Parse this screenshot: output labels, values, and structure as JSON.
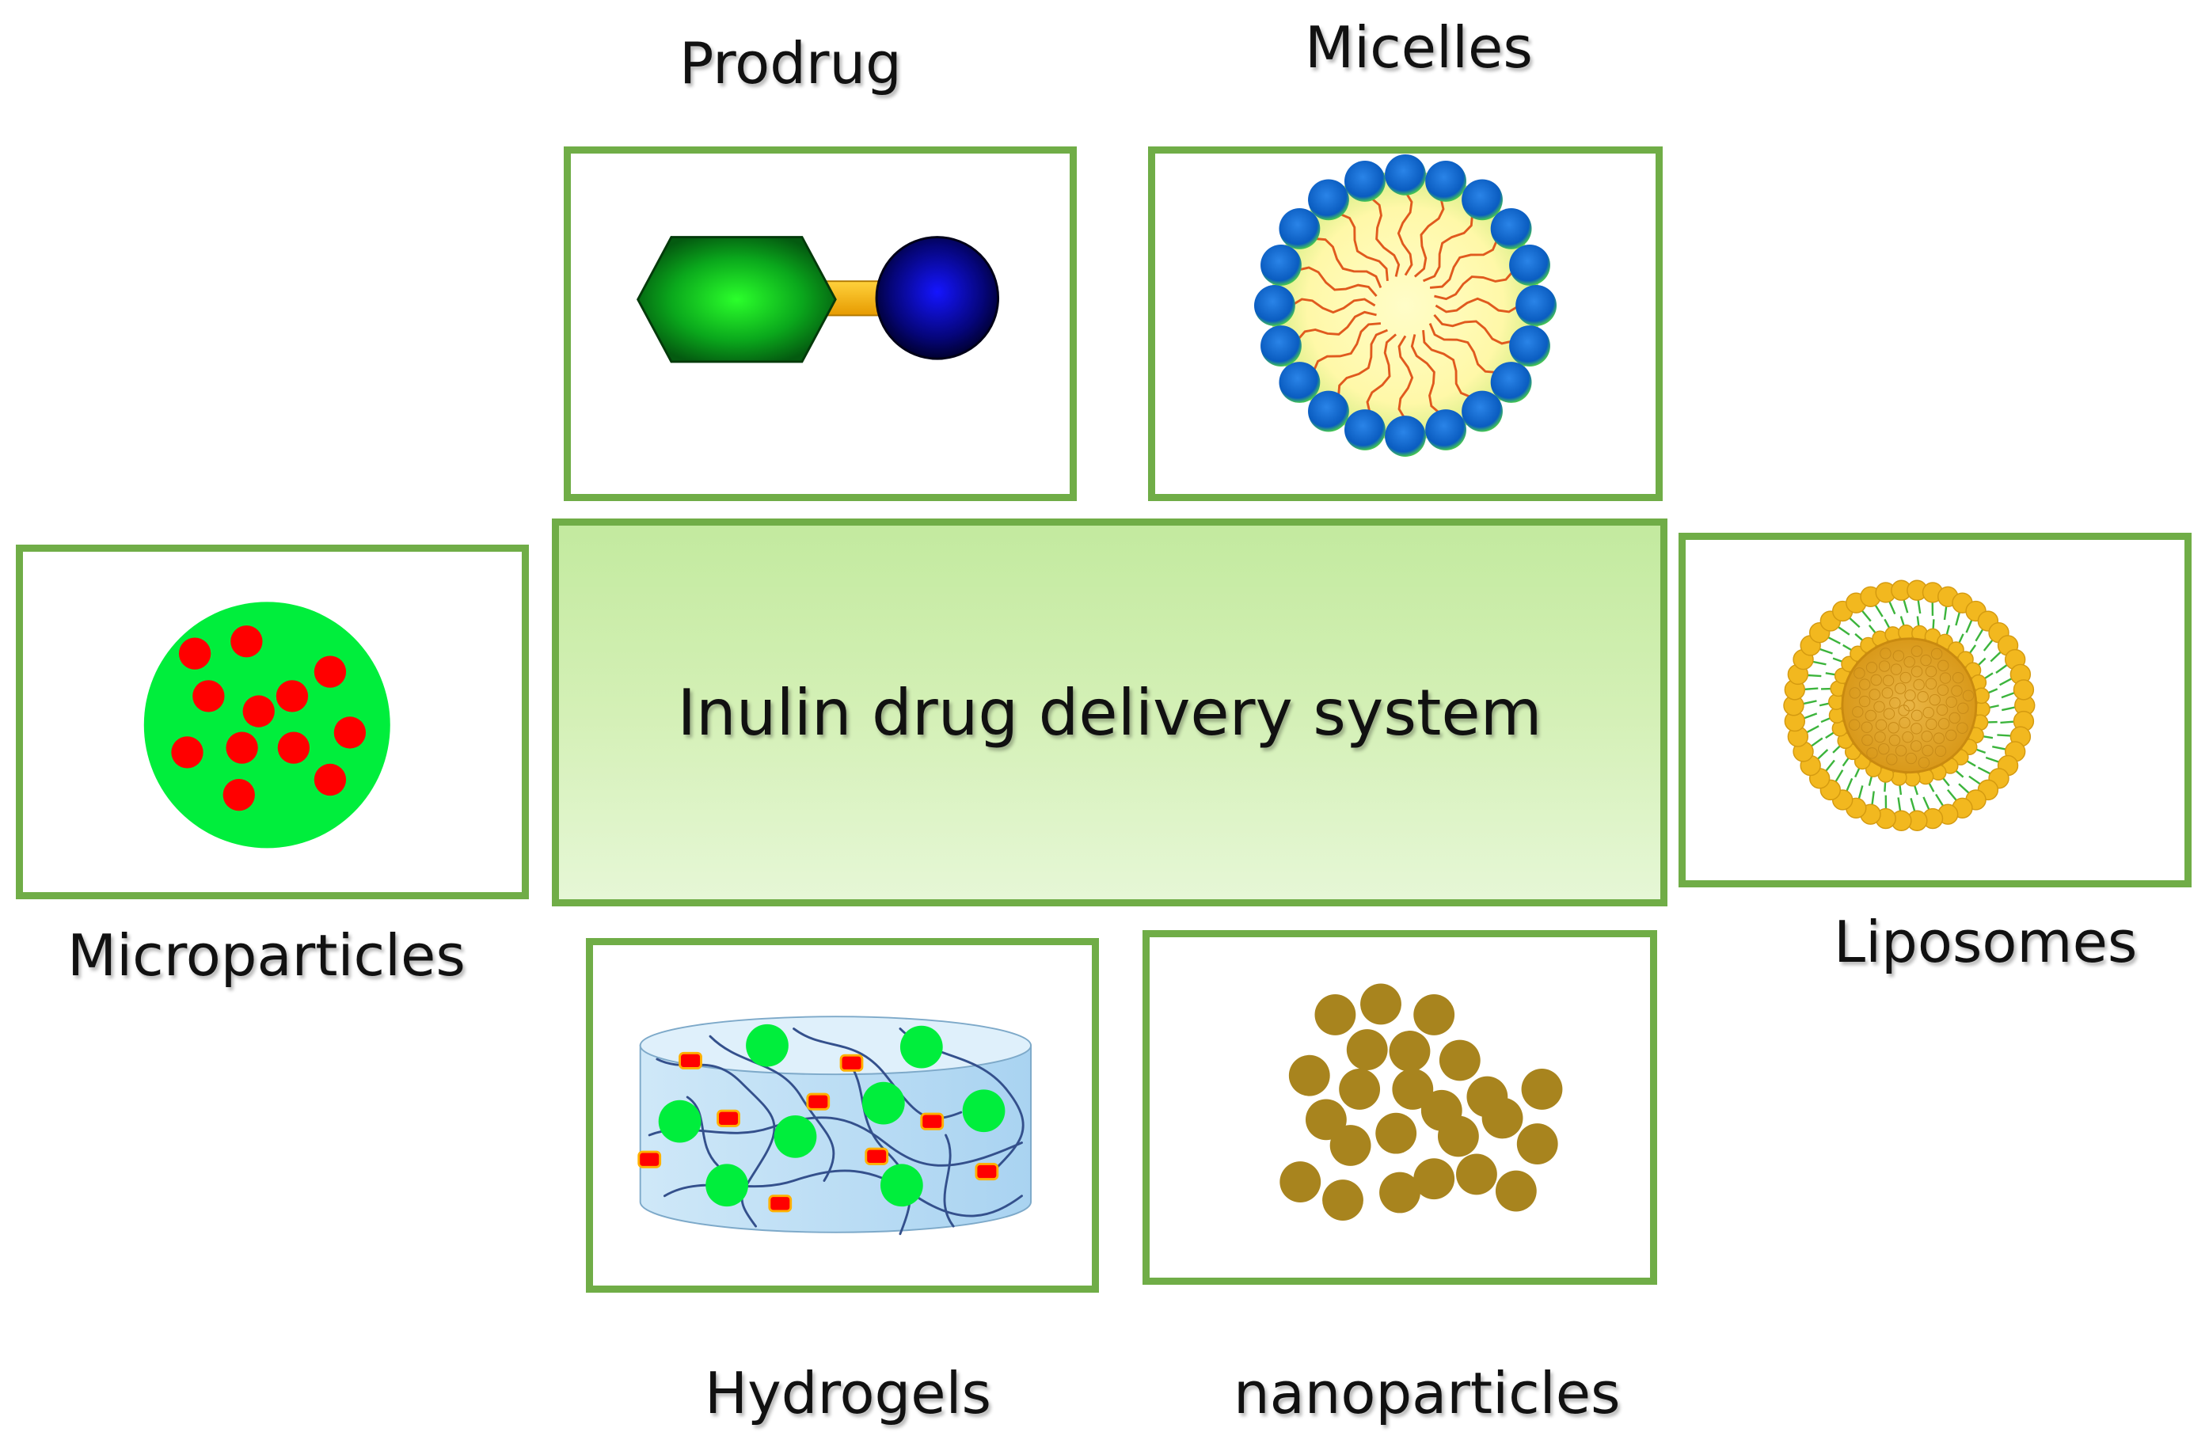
{
  "center": {
    "title": "Inulin drug delivery system"
  },
  "systems": {
    "prodrug": {
      "label": "Prodrug"
    },
    "micelles": {
      "label": "Micelles"
    },
    "microparticles": {
      "label": "Microparticles"
    },
    "liposomes": {
      "label": "Liposomes"
    },
    "hydrogels": {
      "label": "Hydrogels"
    },
    "nanoparticles": {
      "label": "nanoparticles"
    }
  },
  "colors": {
    "frame": "#70ad47",
    "center_fill": "#cdeeb0",
    "micelle_head": "#0a64c8",
    "micelle_core": "#fffbb4",
    "micelle_tail": "#e05a1e",
    "drug_red": "#ff0000",
    "particle_green": "#00ee3c",
    "liposome_head": "#f2b81f",
    "liposome_tail": "#3cb43c",
    "nanoparticle": "#a8841e",
    "hydrogel": "#b4dcf5"
  }
}
